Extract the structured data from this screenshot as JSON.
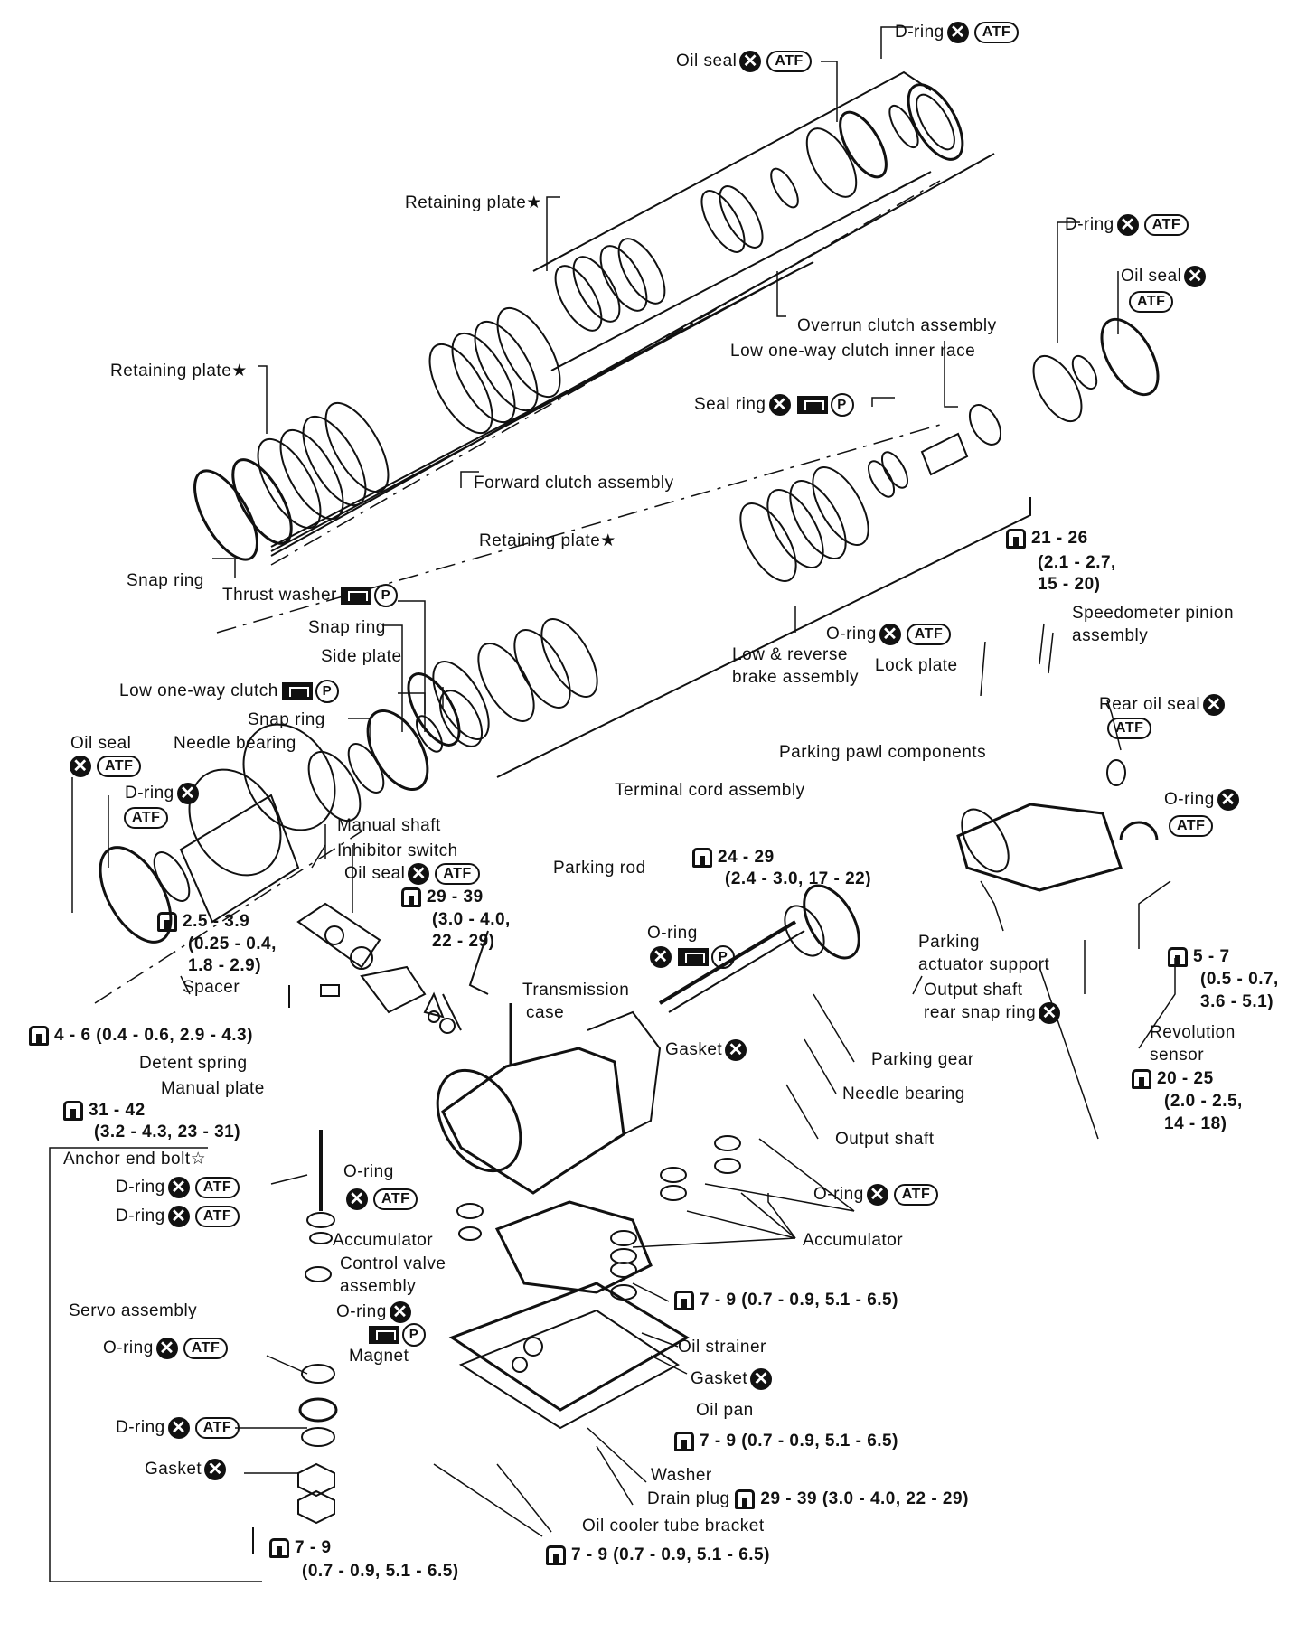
{
  "labels": {
    "oil_seal_top": "Oil seal",
    "d_ring_top": "D-ring",
    "retaining_plate_1": "Retaining plate★",
    "d_ring_right": "D-ring",
    "oil_seal_right": "Oil seal",
    "overrun_clutch": "Overrun clutch assembly",
    "low_one_way_inner_race": "Low one-way clutch inner race",
    "retaining_plate_2": "Retaining plate★",
    "seal_ring": "Seal ring",
    "forward_clutch": "Forward clutch assembly",
    "retaining_plate_3": "Retaining plate★",
    "snap_ring_left": "Snap ring",
    "thrust_washer": "Thrust washer",
    "spec_21_26": "21 - 26",
    "spec_21_26_b": "(2.1 - 2.7,",
    "spec_21_26_c": "15 - 20)",
    "snap_ring_2": "Snap ring",
    "side_plate": "Side plate",
    "low_reverse_1": "Low & reverse",
    "low_reverse_2": "brake assembly",
    "o_ring_1": "O-ring",
    "speedo_1": "Speedometer pinion",
    "speedo_2": "assembly",
    "lock_plate": "Lock plate",
    "low_one_way_clutch": "Low one-way clutch",
    "snap_ring_3": "Snap ring",
    "rear_oil_seal": "Rear oil seal",
    "oil_seal_left": "Oil seal",
    "needle_bearing_1": "Needle bearing",
    "parking_pawl": "Parking pawl components",
    "d_ring_left": "D-ring",
    "terminal_cord": "Terminal cord assembly",
    "o_ring_right": "O-ring",
    "manual_shaft": "Manual shaft",
    "inhibitor_switch": "Inhibitor switch",
    "oil_seal_mid": "Oil seal",
    "parking_rod": "Parking rod",
    "spec_24_29": "24 - 29",
    "spec_24_29_b": "(2.4 - 3.0, 17 - 22)",
    "spec_29_39": "29 - 39",
    "spec_29_39_b": "(3.0 - 4.0,",
    "spec_29_39_c": "22 - 29)",
    "spec_25_39": "2.5 - 3.9",
    "spec_25_39_b": "(0.25 - 0.4,",
    "spec_25_39_c": "1.8 - 2.9)",
    "o_ring_mid": "O-ring",
    "parking_actuator_1": "Parking",
    "parking_actuator_2": "actuator support",
    "spec_5_7": "5 - 7",
    "spec_5_7_b": "(0.5 - 0.7,",
    "spec_5_7_c": "3.6 - 5.1)",
    "spacer": "Spacer",
    "transmission_case_1": "Transmission",
    "transmission_case_2": "case",
    "output_shaft_snap_1": "Output shaft",
    "output_shaft_snap_2": "rear snap ring",
    "spec_4_6": "4 - 6 (0.4 - 0.6, 2.9 - 4.3)",
    "revolution_1": "Revolution",
    "revolution_2": "sensor",
    "gasket_1": "Gasket",
    "detent_spring": "Detent spring",
    "parking_gear": "Parking gear",
    "spec_20_25": "20 - 25",
    "spec_20_25_b": "(2.0 - 2.5,",
    "spec_20_25_c": "14 - 18)",
    "manual_plate": "Manual plate",
    "needle_bearing_2": "Needle bearing",
    "spec_31_42": "31 - 42",
    "spec_31_42_b": "(3.2 - 4.3, 23 - 31)",
    "output_shaft": "Output shaft",
    "anchor_end_bolt": "Anchor end bolt☆",
    "o_ring_left": "O-ring",
    "d_ring_a": "D-ring",
    "o_ring_acc": "O-ring",
    "d_ring_b": "D-ring",
    "accumulator_1": "Accumulator",
    "accumulator_2": "Accumulator",
    "control_valve_1": "Control valve",
    "control_valve_2": "assembly",
    "o_ring_cv": "O-ring",
    "spec_7_9_a": "7 - 9 (0.7 - 0.9, 5.1 - 6.5)",
    "servo": "Servo assembly",
    "magnet": "Magnet",
    "oil_strainer": "Oil strainer",
    "o_ring_servo": "O-ring",
    "gasket_2": "Gasket",
    "oil_pan": "Oil pan",
    "d_ring_servo": "D-ring",
    "spec_7_9_b": "7 - 9 (0.7 - 0.9, 5.1 - 6.5)",
    "gasket_servo": "Gasket",
    "washer": "Washer",
    "drain_plug": "Drain plug",
    "spec_29_39_drain": "29 - 39 (3.0 - 4.0, 22 - 29)",
    "oil_cooler": "Oil cooler tube bracket",
    "spec_7_9_c": "7 - 9",
    "spec_7_9_c_b": "(0.7 - 0.9, 5.1 - 6.5)",
    "spec_7_9_d": "7 - 9 (0.7 - 0.9, 5.1 - 6.5)"
  },
  "symbols": {
    "replace": "✕",
    "atf": "ATF",
    "petroleum_jelly": "P"
  },
  "colors": {
    "ink": "#111111",
    "paper": "#ffffff"
  }
}
